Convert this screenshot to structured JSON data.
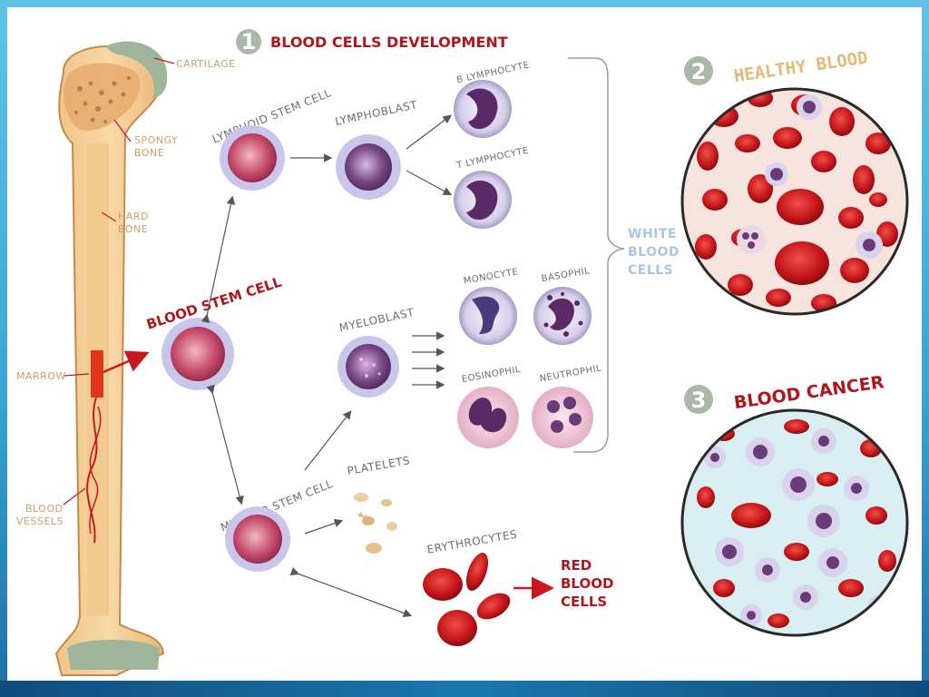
{
  "title": {
    "number": "1",
    "text": "BLOOD CELLS DEVELOPMENT"
  },
  "bone_labels": {
    "cartilage": "CARTILAGE",
    "spongy_1": "SPONGY",
    "spongy_2": "BONE",
    "hard_1": "HARD",
    "hard_2": "BONE",
    "marrow": "MARROW",
    "vessels_1": "BLOOD",
    "vessels_2": "VESSELS"
  },
  "cells": {
    "blood_stem": "BLOOD STEM CELL",
    "lymphoid_stem": "LYMPHOID STEM CELL",
    "myeloid_stem": "MYELOID STEM CELL",
    "lymphoblast": "LYMPHOBLAST",
    "b_lymphocyte": "B LYMPHOCYTE",
    "t_lymphocyte": "T LYMPHOCYTE",
    "myeloblast": "MYELOBLAST",
    "monocyte": "MONOCYTE",
    "basophil": "BASOPHIL",
    "eosinophil": "EOSINOPHIL",
    "neutrophil": "NEUTROPHIL",
    "platelets": "PLATELETS",
    "erythrocytes": "ERYTHROCYTES"
  },
  "white_blood_cells": [
    "WHITE",
    "BLOOD",
    "CELLS"
  ],
  "red_blood_cells": [
    "RED",
    "BLOOD",
    "CELLS"
  ],
  "panels": {
    "healthy": {
      "number": "2",
      "label": "HEALTHY BLOOD"
    },
    "cancer": {
      "number": "3",
      "label": "BLOOD CANCER"
    }
  },
  "colors": {
    "title_red": "#b0161e",
    "bone_label_tan": "#c9a06a",
    "white_cells_label": "#a9c6e6",
    "panel_healthy_label": "#e7b873",
    "number_badge": "#a9b8a8"
  }
}
